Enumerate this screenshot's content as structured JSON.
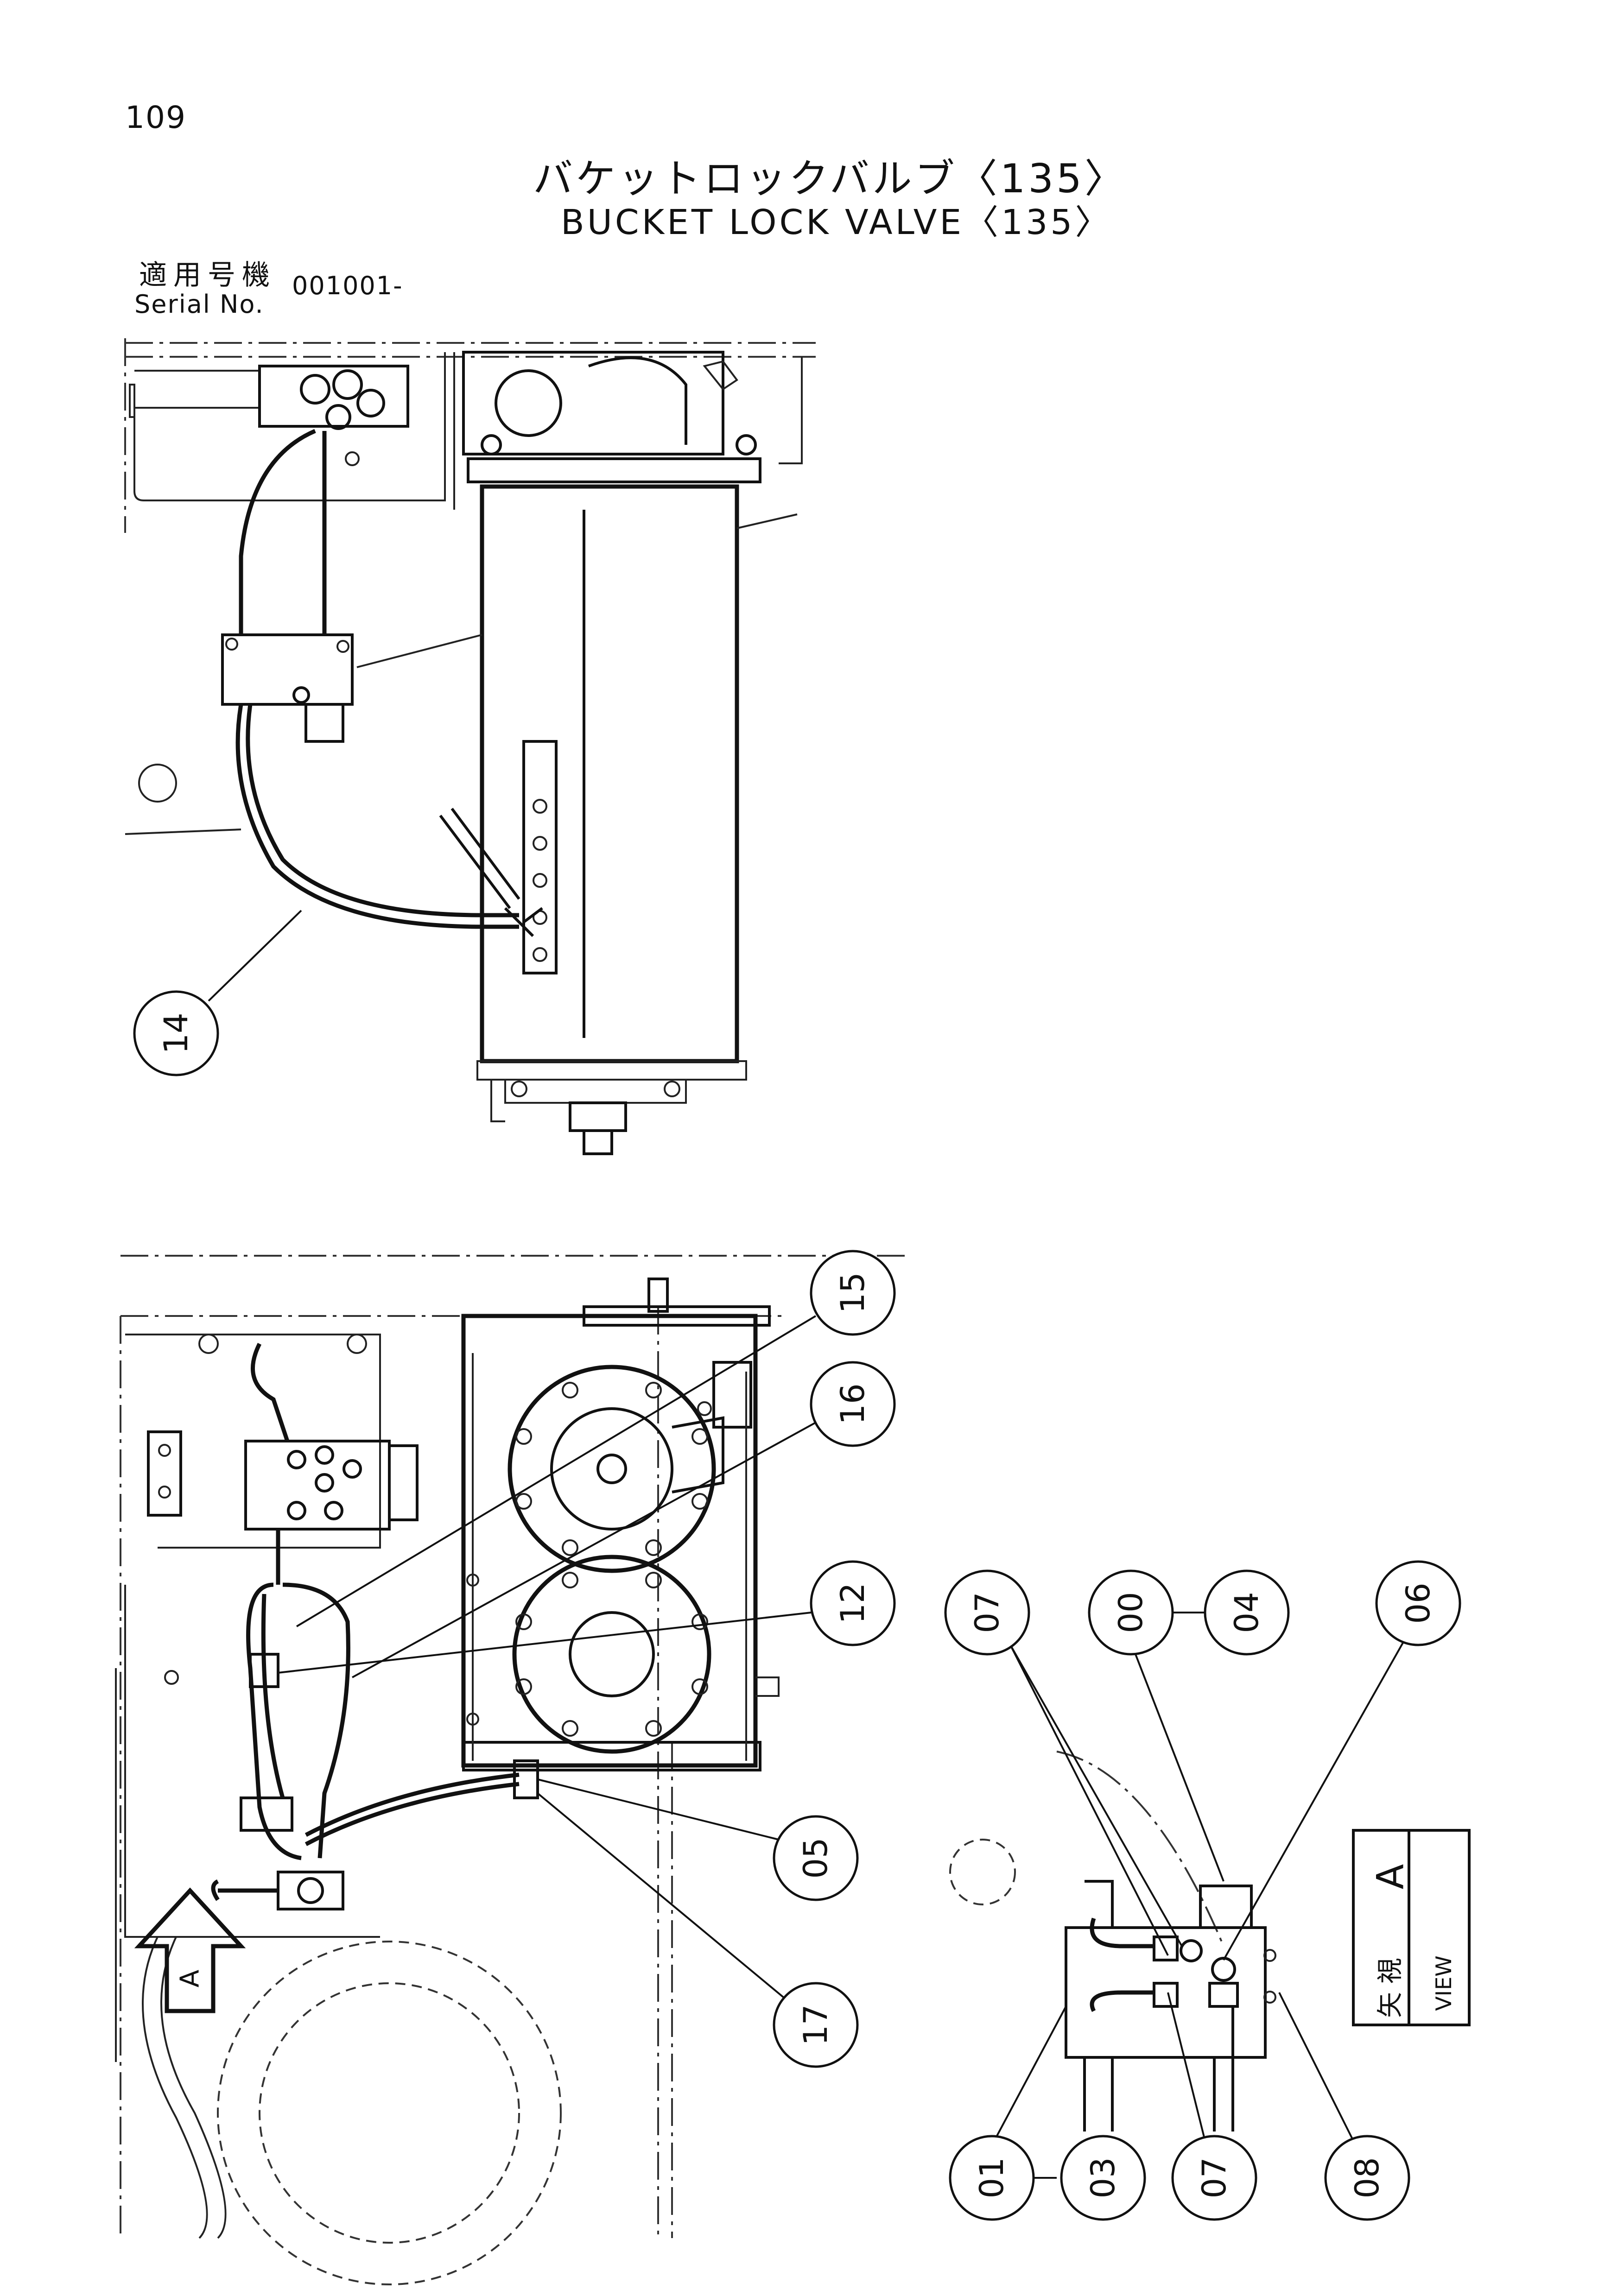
{
  "page_number": "109",
  "title_jp": "バケットロックバルブ〈135〉",
  "title_en": "BUCKET LOCK VALVE〈135〉",
  "serial": {
    "label_jp": "適用号機",
    "label_en": "Serial No.",
    "value": "001001-"
  },
  "callouts": {
    "c14": "14",
    "c15": "15",
    "c16": "16",
    "c12": "12",
    "c05": "05",
    "c17": "17",
    "c07a": "07",
    "c00": "00",
    "c04": "04",
    "c06": "06",
    "c01": "01",
    "c03": "03",
    "c07b": "07",
    "c08": "08"
  },
  "view_label": {
    "jp": "矢 視",
    "en": "VIEW",
    "letter": "A"
  },
  "arrow_label": "A"
}
